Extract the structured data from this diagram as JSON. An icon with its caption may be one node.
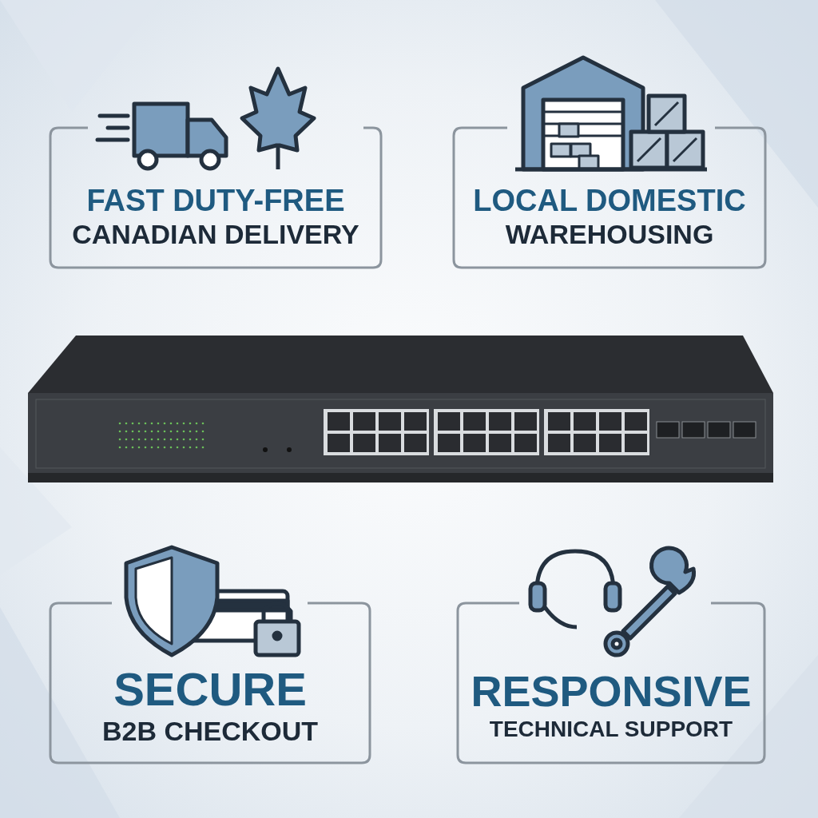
{
  "diagram": {
    "nodes": [
      {
        "text": [
          "FAST DUTY-FREE",
          "CANADIAN DELIVERY"
        ]
      },
      {
        "text": [
          "LOCAL DOMESTIC",
          "WAREHOUSING"
        ]
      },
      {
        "text": [
          "SECURE",
          "B2B CHECKOUT"
        ]
      },
      {
        "text": [
          "RESPONSIVE",
          "TECHNICAL SUPPORT"
        ]
      }
    ]
  }
}
